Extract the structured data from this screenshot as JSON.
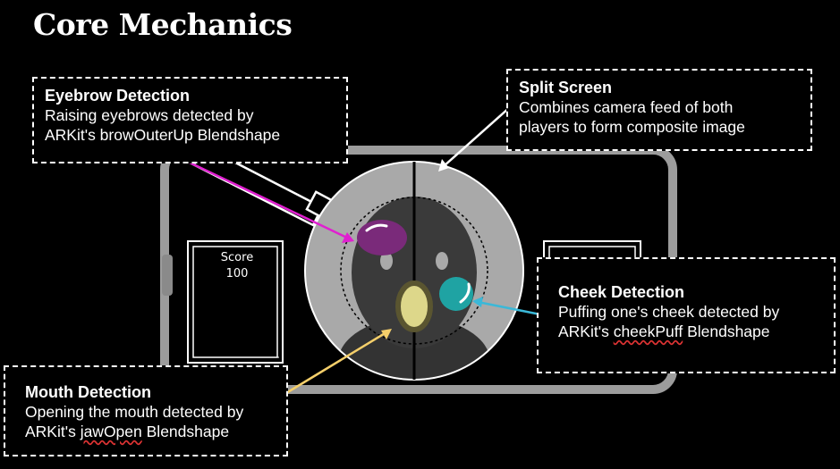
{
  "title": "Core Mechanics",
  "score": {
    "label": "Score",
    "value": "100"
  },
  "callouts": {
    "eyebrow": {
      "heading": "Eyebrow Detection",
      "line1": "Raising eyebrows detected by",
      "line2_pre": "ARKit's browOuterUp Blendshape"
    },
    "split": {
      "heading": "Split Screen",
      "line1": "Combines camera feed of both",
      "line2": "players to form composite image"
    },
    "cheek": {
      "heading": "Cheek Detection",
      "line1": "Puffing one's cheek detected by",
      "line2_pre": "ARKit's ",
      "line2_key": "cheekPuff",
      "line2_post": " Blendshape"
    },
    "mouth": {
      "heading": "Mouth Detection",
      "line1": "Opening the mouth detected by",
      "line2_pre": "ARKit's ",
      "line2_key": "jawOpen",
      "line2_post": " Blendshape"
    }
  },
  "colors": {
    "eyebrow": "#e020d0",
    "split": "#ffffff",
    "cheek": "#3bb8d8",
    "mouth": "#f5cf6a"
  }
}
